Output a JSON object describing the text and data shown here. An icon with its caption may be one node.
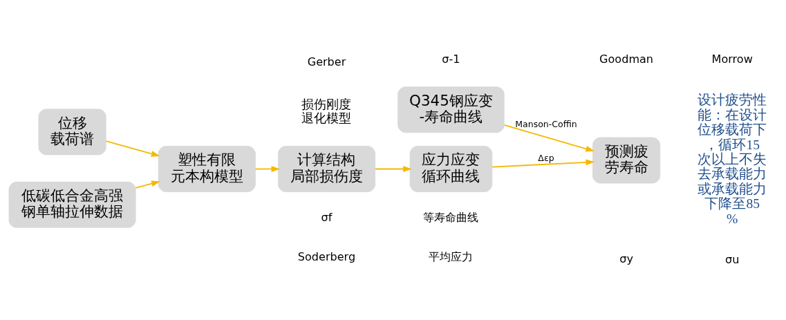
{
  "diagram": {
    "nodes": [
      {
        "text": [
          "低碳低合金高强钢单轴拉伸数据"
        ]
      },
      {
        "text": [
          "塑性有限元本构模型"
        ]
      },
      {
        "text": [
          "计算结构局部损伤度"
        ]
      },
      {
        "text": [
          "应力应变循环曲线"
        ]
      },
      {
        "text": [
          "预测疲劳寿命"
        ]
      },
      {
        "text": [
          "位移载荷谱"
        ]
      },
      {
        "text": [
          "Q345钢应变-寿命曲线"
        ]
      }
    ],
    "edges": [
      {
        "from": 0,
        "to": 1,
        "arrow": "to"
      },
      {
        "from": 5,
        "to": 1,
        "arrow": "to"
      },
      {
        "from": 1,
        "to": 2,
        "arrow": "to"
      },
      {
        "from": 2,
        "to": 3,
        "arrow": "to"
      },
      {
        "from": 3,
        "to": 4,
        "arrow": "to",
        "label": "Δεp"
      },
      {
        "from": 6,
        "to": 4,
        "arrow": "to",
        "label": "Manson-Coffin"
      }
    ],
    "labels": [
      "设计疲劳性能：在设计位移载荷下，循环15次以上不失去承载能力或承载能力下降至85%",
      "损伤刚度退化模型",
      "Gerber",
      "σ-1",
      "Goodman",
      "Morrow",
      "Soderberg",
      "平均应力",
      "σy",
      "σu",
      "σf",
      "等寿命曲线"
    ]
  }
}
